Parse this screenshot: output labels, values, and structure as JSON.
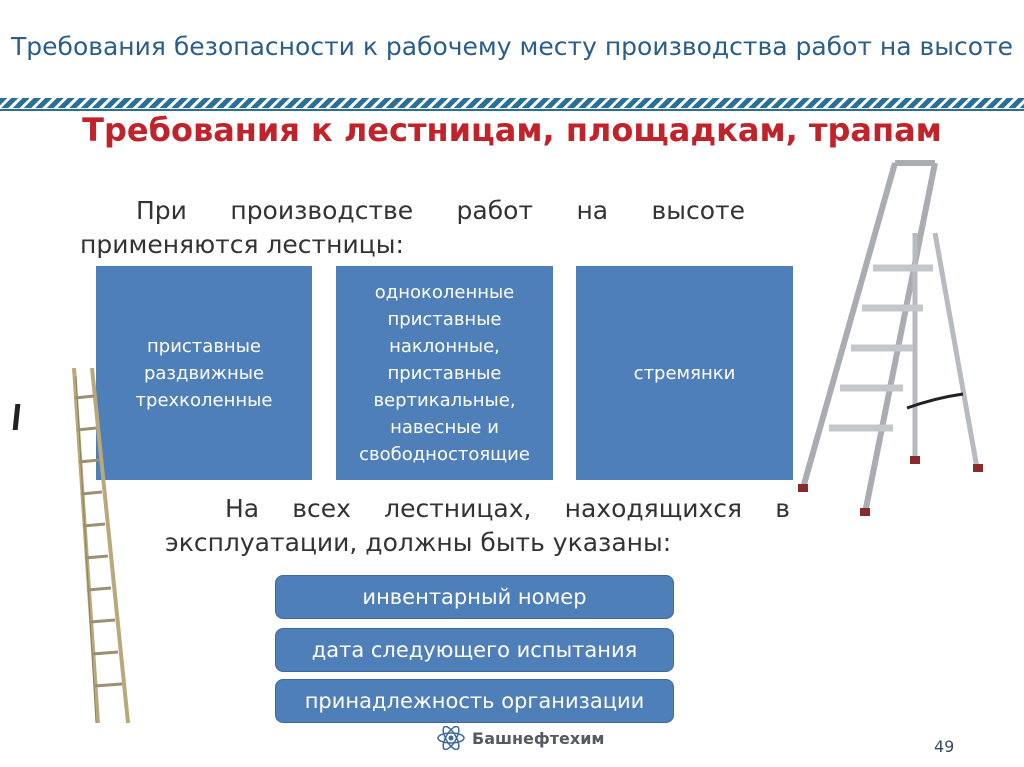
{
  "header": {
    "title": "Требования безопасности к рабочему месту производства работ на высоте"
  },
  "section": {
    "heading": "Требования к лестницам, площадкам, трапам"
  },
  "intro": {
    "text": "При производстве работ на высоте применяются лестницы:"
  },
  "ladder_types": [
    {
      "label": "приставные раздвижные трехколенные"
    },
    {
      "label": "одноколенные приставные наклонные, приставные вертикальные, навесные и свободностоящие"
    },
    {
      "label": "стремянки"
    }
  ],
  "note": {
    "text": "На всех лестницах, находящихся в эксплуатации, должны быть указаны:"
  },
  "required_marks": [
    {
      "label": "инвентарный номер"
    },
    {
      "label": "дата следующего испытания"
    },
    {
      "label": "принадлежность организации"
    }
  ],
  "footer": {
    "logo_text": "Башнефтехим",
    "page_number": "49"
  },
  "colors": {
    "header_text": "#2b5d8a",
    "heading_red": "#c0242a",
    "box_blue": "#4f7fb9",
    "stripe_blue": "#2a6f98"
  },
  "icons": {
    "logo": "atom-logo-icon",
    "left_image": "extension-ladder-icon",
    "right_image": "step-ladder-icon"
  }
}
